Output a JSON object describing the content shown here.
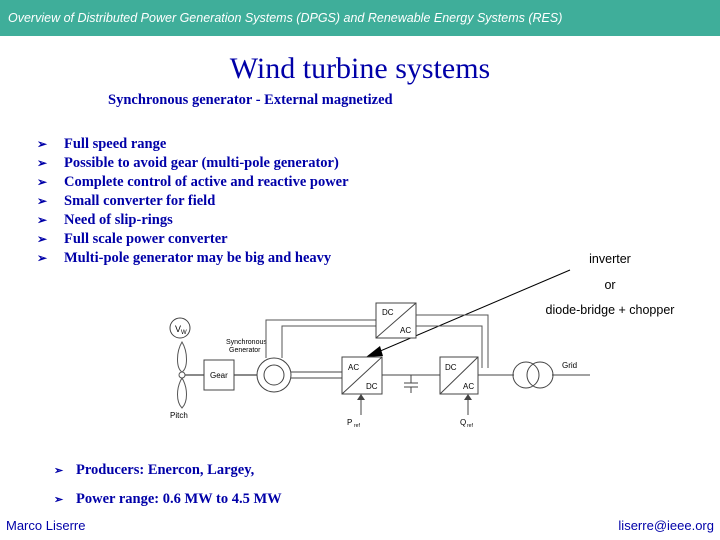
{
  "header": {
    "title": "Overview of Distributed Power Generation Systems (DPGS) and Renewable Energy Systems (RES)"
  },
  "slide": {
    "title": "Wind turbine systems",
    "subtitle": "Synchronous generator - External magnetized"
  },
  "bullets": [
    "Full speed range",
    "Possible to avoid gear (multi-pole generator)",
    "Complete control of active and reactive power",
    "Small converter for field",
    "Need of slip-rings",
    "Full scale power converter",
    "Multi-pole generator may be big and heavy"
  ],
  "bullet_marker": "➢",
  "annotation": {
    "line1": "inverter",
    "line2": "or",
    "line3": "diode-bridge + chopper"
  },
  "diagram": {
    "wind_label": "V",
    "wind_subscript": "W",
    "generator_label_1": "Synchronous",
    "generator_label_2": "Generator",
    "gear_label": "Gear",
    "pitch_label": "Pitch",
    "field_conv_top": "DC",
    "field_conv_bottom": "AC",
    "rectifier_top": "AC",
    "rectifier_bottom": "DC",
    "inverter_top": "DC",
    "inverter_bottom": "AC",
    "grid_label": "Grid",
    "p_ref": "P",
    "p_ref_sub": "ref",
    "q_ref": "Q",
    "q_ref_sub": "ref"
  },
  "bottom_bullets": [
    "Producers: Enercon, Largey,",
    "Power range: 0.6 MW to 4.5 MW"
  ],
  "footer": {
    "author": "Marco Liserre",
    "email": "liserre@ieee.org"
  },
  "colors": {
    "header_bg": "#3fae9a",
    "text_blue": "#0000a8"
  }
}
